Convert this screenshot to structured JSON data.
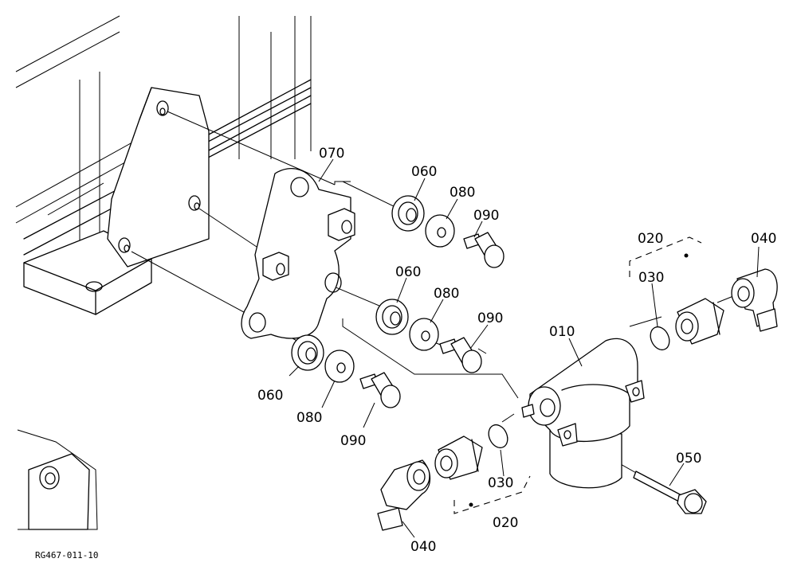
{
  "figure_code": "RG467-011-10",
  "callouts": {
    "p010": "010",
    "p020_top": "020",
    "p020_bottom": "020",
    "p030_top": "030",
    "p030_bottom": "030",
    "p040_top": "040",
    "p040_bottom": "040",
    "p050": "050",
    "p060_a": "060",
    "p060_b": "060",
    "p060_c": "060",
    "p070": "070",
    "p080_a": "080",
    "p080_b": "080",
    "p080_c": "080",
    "p090_a": "090",
    "p090_b": "090",
    "p090_c": "090"
  }
}
